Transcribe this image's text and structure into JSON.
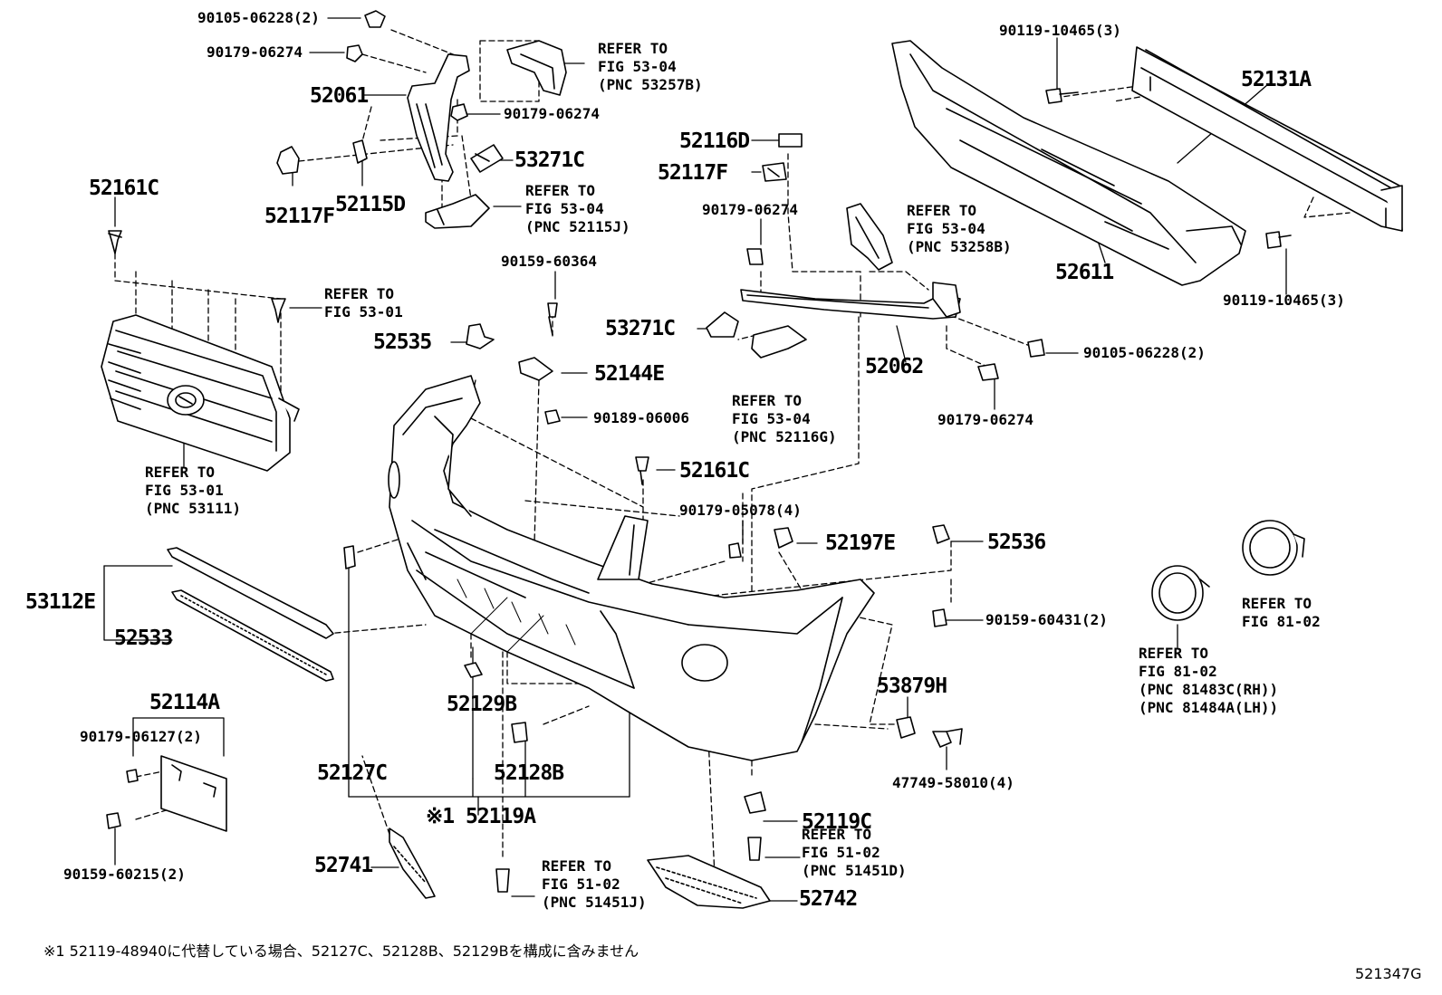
{
  "labels": {
    "p_90105_06228_top": "90105-06228(2)",
    "p_90179_06274_a": "90179-06274",
    "p_52061": "52061",
    "p_90179_06274_b": "90179-06274",
    "p_53271c_left": "53271C",
    "p_52161c_left": "52161C",
    "p_52117f_left": "52117F",
    "p_52115d": "52115D",
    "p_90119_10465_top": "90119-10465(3)",
    "p_52131a": "52131A",
    "p_52611": "52611",
    "p_90119_10465_bot": "90119-10465(3)",
    "p_52116d": "52116D",
    "p_52117f_mid": "52117F",
    "p_90179_06274_c": "90179-06274",
    "p_90159_60364": "90159-60364",
    "p_52535": "52535",
    "p_53271c_mid": "53271C",
    "p_52144e": "52144E",
    "p_52062": "52062",
    "p_90105_06228_right": "90105-06228(2)",
    "p_90179_06274_d": "90179-06274",
    "p_90189_06006": "90189-06006",
    "p_52161c_mid": "52161C",
    "p_90179_05078": "90179-05078(4)",
    "p_52197e": "52197E",
    "p_52536": "52536",
    "p_53112e": "53112E",
    "p_52533": "52533",
    "p_90159_60431": "90159-60431(2)",
    "p_52114a": "52114A",
    "p_90179_06127": "90179-06127(2)",
    "p_53879h": "53879H",
    "p_52129b": "52129B",
    "p_52127c": "52127C",
    "p_52128b": "52128B",
    "p_47749_58010": "47749-58010(4)",
    "p_52119a": "※1 52119A",
    "p_52119c": "52119C",
    "p_90159_60215": "90159-60215(2)",
    "p_52741": "52741",
    "p_52742": "52742"
  },
  "refs": {
    "r_53257b": "REFER TO\nFIG 53-04\n(PNC 53257B)",
    "r_52115j": "REFER TO\nFIG 53-04\n(PNC 52115J)",
    "r_53258b": "REFER TO\nFIG 53-04\n(PNC 53258B)",
    "r_53_01": "REFER TO\nFIG 53-01",
    "r_53111": "REFER TO\nFIG 53-01\n(PNC 53111)",
    "r_52116g": "REFER TO\nFIG 53-04\n(PNC 52116G)",
    "r_81_02a": "REFER TO\nFIG 81-02",
    "r_81483c": "REFER TO\nFIG 81-02\n(PNC 81483C(RH))\n(PNC 81484A(LH))",
    "r_51451d": "REFER TO\nFIG 51-02\n(PNC 51451D)",
    "r_51451j": "REFER TO\nFIG 51-02\n(PNC 51451J)"
  },
  "footnote": "※1 52119-48940に代替している場合、52127C、52128B、52129Bを構成に含みません",
  "figure_id": "521347G"
}
